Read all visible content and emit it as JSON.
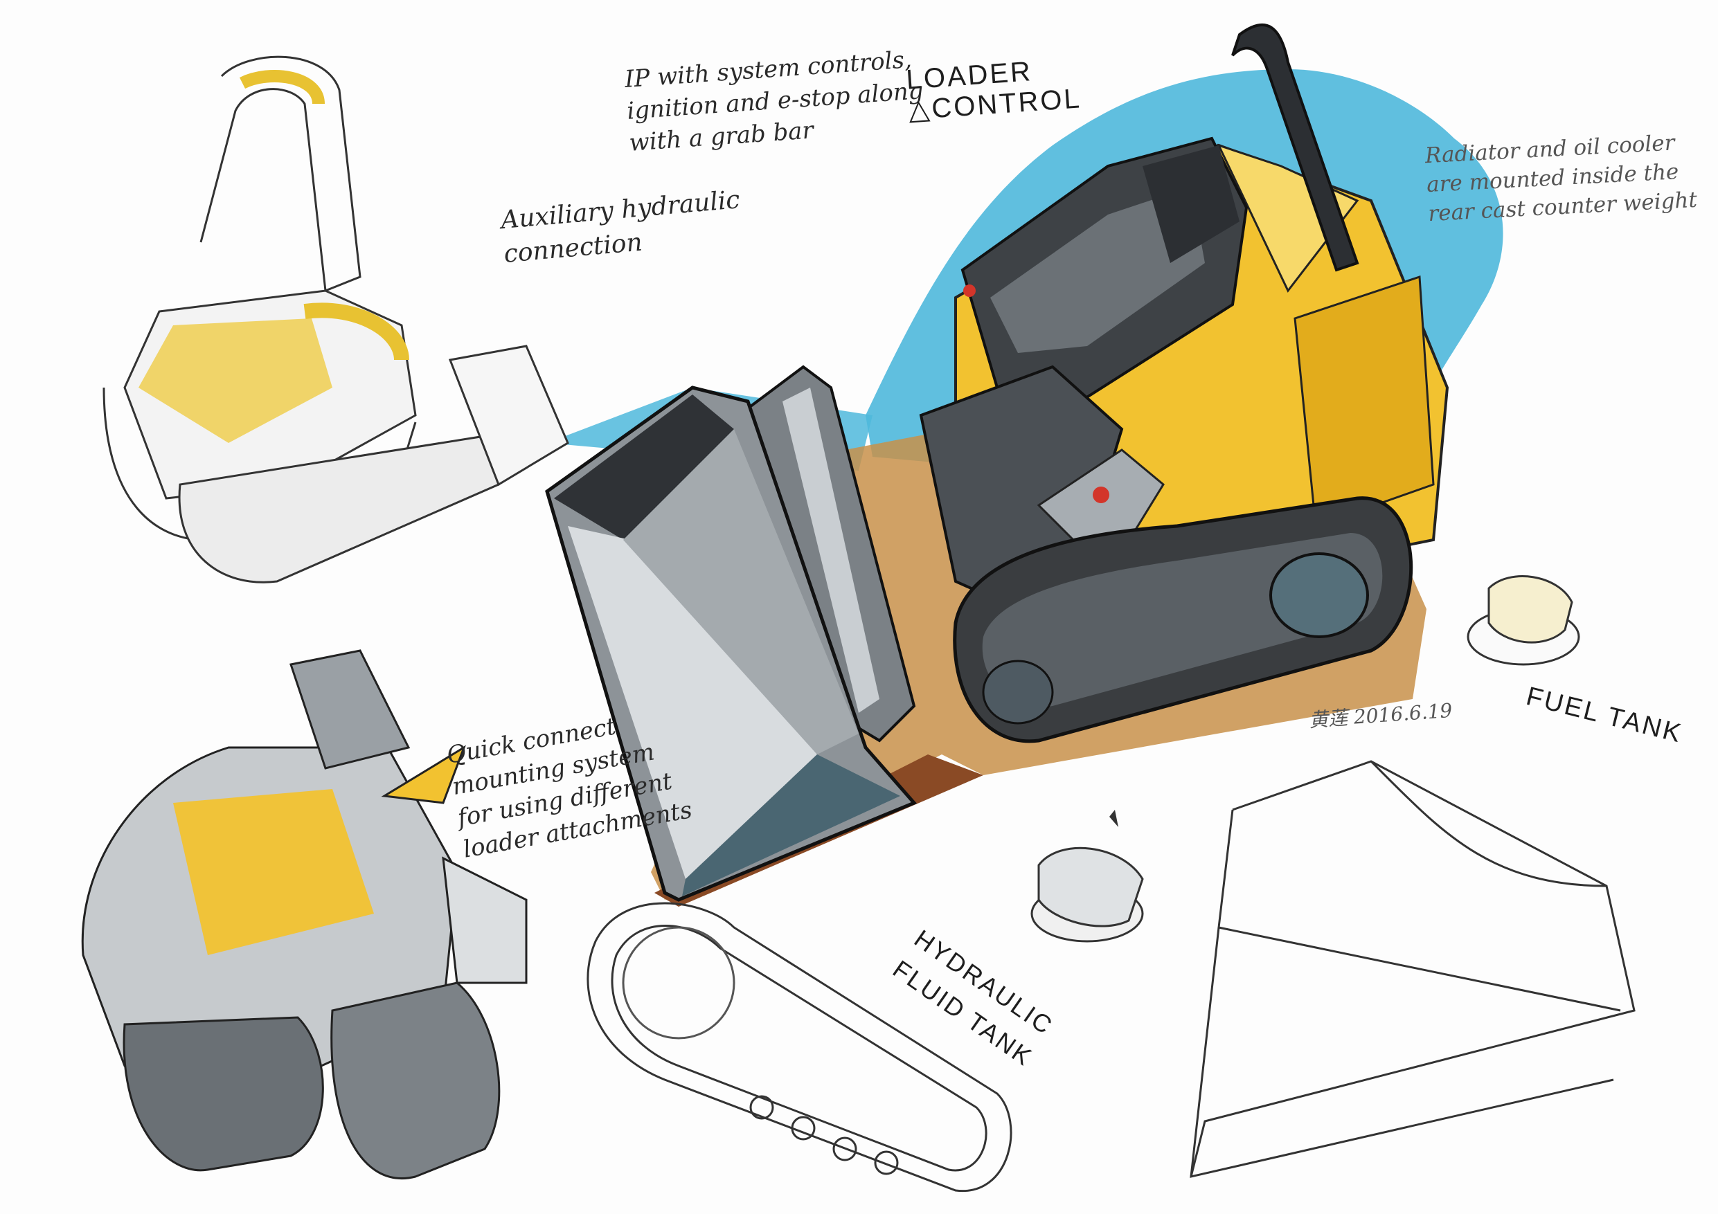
{
  "sheet": {
    "annotations": {
      "ip_controls": "IP with system controls,\nignition and e-stop along\nwith a grab bar",
      "loader_control": "LOADER\n△CONTROL",
      "aux_hydraulic": "Auxiliary hydraulic\nconnection",
      "radiator": "Radiator and oil cooler\nare mounted inside the\nrear cast counter weight",
      "quick_connect": "Quick connect\nmounting system\nfor using different\nloader attachments",
      "hydraulic_tank": "HYDRAULIC\nFLUID TANK",
      "fuel_tank": "FUEL TANK",
      "signature": "黄莲 2016.6.19"
    },
    "colors": {
      "yellow": "#f2c230",
      "blue": "#4fb8dc",
      "dark_grey": "#3e4246",
      "mid_grey": "#8d9398",
      "brown": "#8a4a25",
      "tan": "#c8914a"
    }
  }
}
